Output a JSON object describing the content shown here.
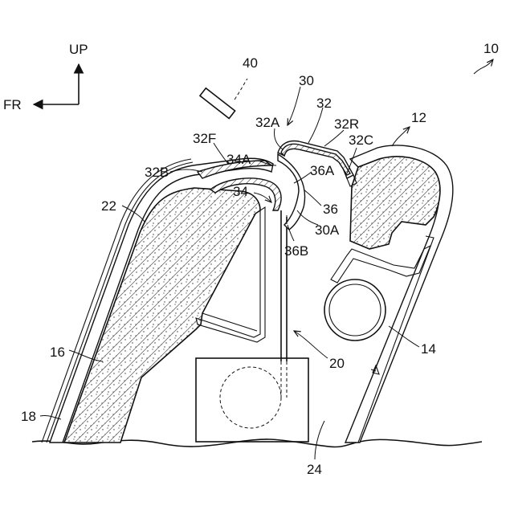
{
  "direction_labels": {
    "up": "UP",
    "front": "FR"
  },
  "reference_numerals": {
    "r10": "10",
    "r12": "12",
    "r14": "14",
    "r16": "16",
    "r18": "18",
    "r20": "20",
    "r22": "22",
    "r24": "24",
    "r30": "30",
    "r30A": "30A",
    "r32": "32",
    "r32A": "32A",
    "r32B": "32B",
    "r32C": "32C",
    "r32F": "32F",
    "r32R": "32R",
    "r34": "34",
    "r34A": "34A",
    "r36": "36",
    "r36A": "36A",
    "r36B": "36B",
    "r40": "40"
  }
}
